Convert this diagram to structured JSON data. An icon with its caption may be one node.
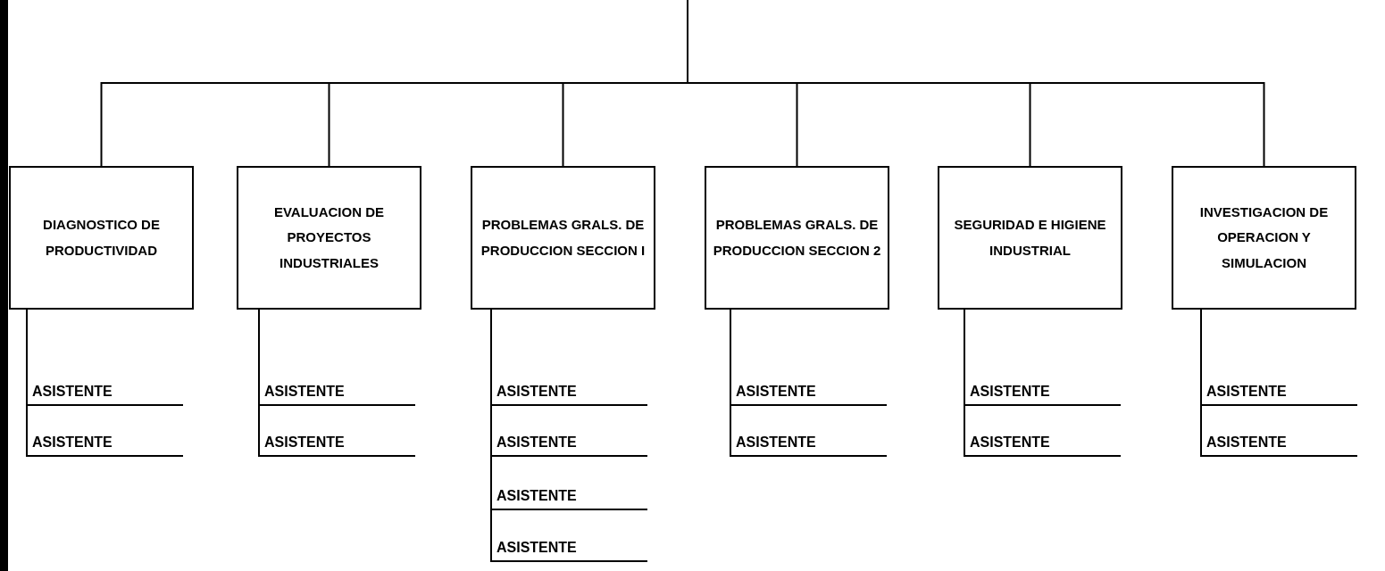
{
  "diagram": {
    "nodes": [
      {
        "text": [
          "DIAGNOSTICO DE PRODUCTIVIDAD"
        ]
      },
      {
        "text": [
          "EVALUACION DE PROYECTOS INDUSTRIALES"
        ]
      },
      {
        "text": [
          "PROBLEMAS GRALS. DE PRODUCCION SECCION I"
        ]
      },
      {
        "text": [
          "PROBLEMAS GRALS. DE PRODUCCION SECCION 2"
        ]
      },
      {
        "text": [
          "SEGURIDAD E HIGIENE INDUSTRIAL"
        ]
      },
      {
        "text": [
          "INVESTIGACION DE OPERACION Y SIMULACION"
        ]
      },
      {
        "text": [
          "ASISTENTE"
        ]
      },
      {
        "text": [
          "ASISTENTE"
        ]
      },
      {
        "text": [
          "ASISTENTE"
        ]
      },
      {
        "text": [
          "ASISTENTE"
        ]
      },
      {
        "text": [
          "ASISTENTE"
        ]
      },
      {
        "text": [
          "ASISTENTE"
        ]
      },
      {
        "text": [
          "ASISTENTE"
        ]
      },
      {
        "text": [
          "ASISTENTE"
        ]
      },
      {
        "text": [
          "ASISTENTE"
        ]
      },
      {
        "text": [
          "ASISTENTE"
        ]
      },
      {
        "text": [
          "ASISTENTE"
        ]
      },
      {
        "text": [
          "ASISTENTE"
        ]
      },
      {
        "text": [
          "ASISTENTE"
        ]
      },
      {
        "text": [
          "ASISTENTE"
        ]
      }
    ],
    "edges": [
      {
        "from": null,
        "to": 0,
        "arrow": "none"
      },
      {
        "from": null,
        "to": 1,
        "arrow": "none"
      },
      {
        "from": null,
        "to": 2,
        "arrow": "none"
      },
      {
        "from": null,
        "to": 3,
        "arrow": "none"
      },
      {
        "from": null,
        "to": 4,
        "arrow": "none"
      },
      {
        "from": null,
        "to": 5,
        "arrow": "none"
      },
      {
        "from": 0,
        "to": 6,
        "arrow": "none"
      },
      {
        "from": 0,
        "to": 7,
        "arrow": "none"
      },
      {
        "from": 1,
        "to": 8,
        "arrow": "none"
      },
      {
        "from": 1,
        "to": 9,
        "arrow": "none"
      },
      {
        "from": 2,
        "to": 10,
        "arrow": "none"
      },
      {
        "from": 2,
        "to": 11,
        "arrow": "none"
      },
      {
        "from": 2,
        "to": 12,
        "arrow": "none"
      },
      {
        "from": 2,
        "to": 13,
        "arrow": "none"
      },
      {
        "from": 3,
        "to": 14,
        "arrow": "none"
      },
      {
        "from": 3,
        "to": 15,
        "arrow": "none"
      },
      {
        "from": 4,
        "to": 16,
        "arrow": "none"
      },
      {
        "from": 4,
        "to": 17,
        "arrow": "none"
      },
      {
        "from": 5,
        "to": 18,
        "arrow": "none"
      },
      {
        "from": 5,
        "to": 19,
        "arrow": "none"
      }
    ]
  }
}
